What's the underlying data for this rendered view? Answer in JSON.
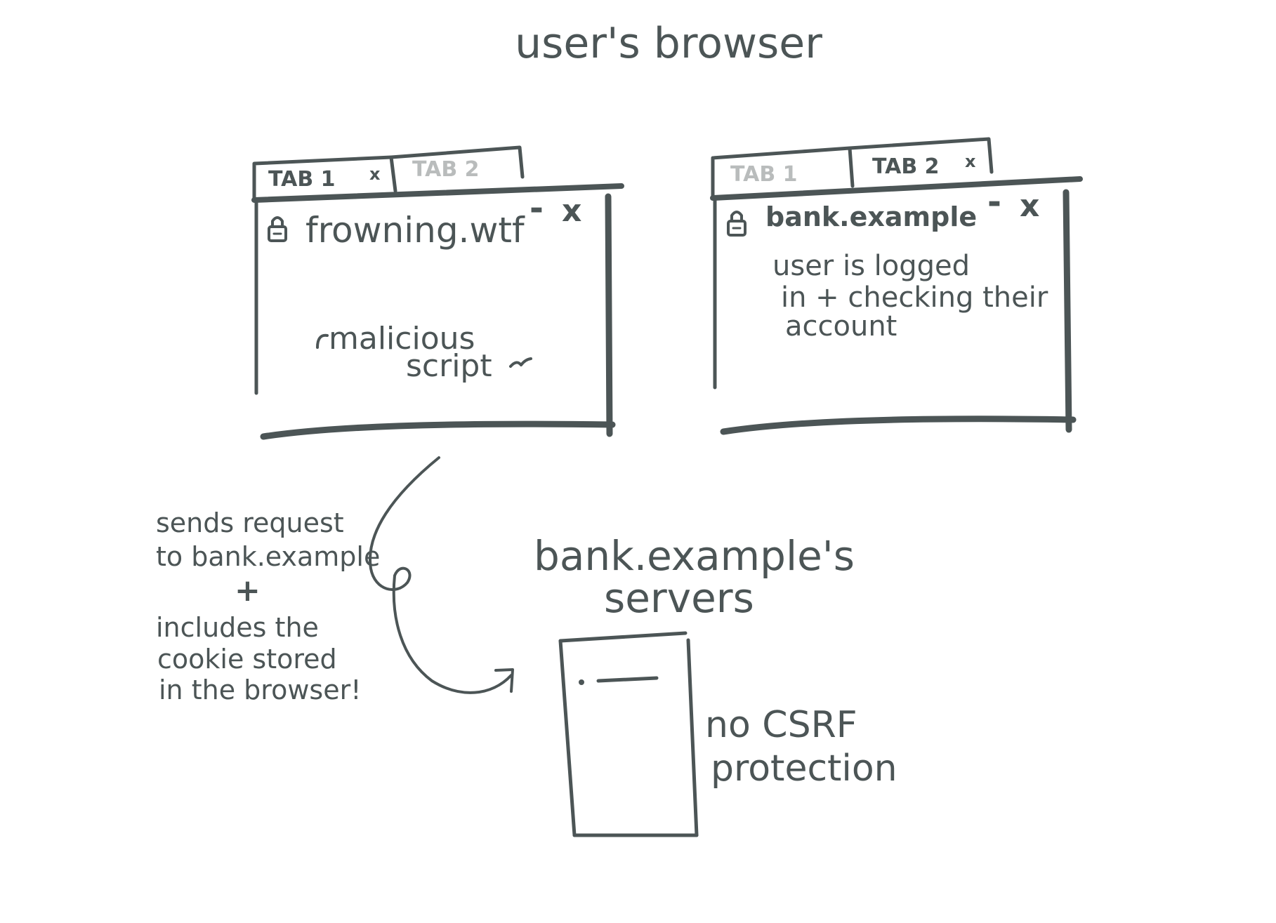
{
  "title": "user's browser",
  "colors": {
    "ink": "#4c5556",
    "inactive_tab": "#b9bcbc",
    "background": "#ffffff"
  },
  "left_window": {
    "tab_active": "TAB 1",
    "tab_active_close": "x",
    "tab_inactive": "TAB 2",
    "lock_icon": "lock-icon",
    "url": "frowning.wtf",
    "minimize": "-",
    "close": "x",
    "content_line1": "malicious",
    "content_line2": "script"
  },
  "right_window": {
    "tab_inactive": "TAB 1",
    "tab_active": "TAB 2",
    "tab_active_close": "x",
    "lock_icon": "lock-icon",
    "url": "bank.example",
    "minimize": "-",
    "close": "x",
    "content_line1": "user is logged",
    "content_line2": "in + checking their",
    "content_line3": "account"
  },
  "request_note": {
    "line1": "sends request",
    "line2": "to bank.example",
    "plus": "+",
    "line3": "includes the",
    "line4": "cookie stored",
    "line5": "in the browser!"
  },
  "server": {
    "label_line1": "bank.example's",
    "label_line2": "servers",
    "note_line1": "no CSRF",
    "note_line2": "protection"
  }
}
